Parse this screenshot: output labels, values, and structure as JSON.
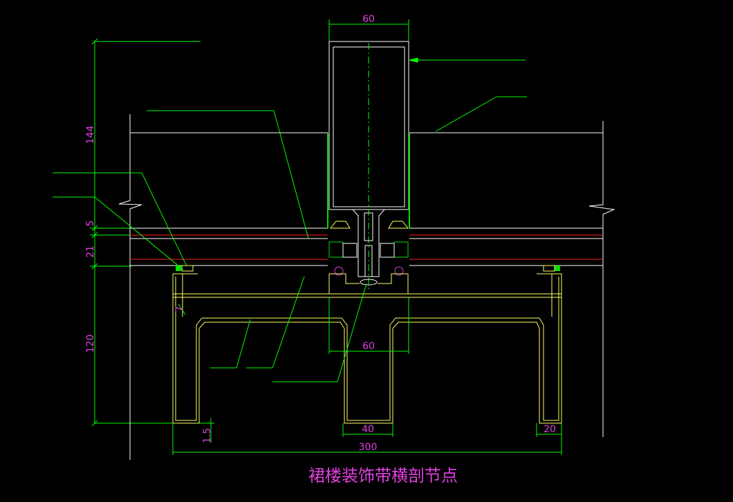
{
  "drawing": {
    "title": "裙楼装饰带横剖节点",
    "colors": {
      "background": "#000000",
      "dimension": "#00ff00",
      "dimension_text": "#e040e0",
      "profile": "#ffffff",
      "frame": "#ffff66",
      "glass_line": "#ff2020",
      "seal": "#00e000"
    },
    "dimensions": {
      "top_width": "60",
      "mid_width": "60",
      "channel_width": "40",
      "total_width": "300",
      "right_flange": "20",
      "left_height_144": "144",
      "left_height_5": "5",
      "left_height_21": "21",
      "left_height_120": "120",
      "plate_thickness": "1.5",
      "small_seven": "7"
    }
  }
}
